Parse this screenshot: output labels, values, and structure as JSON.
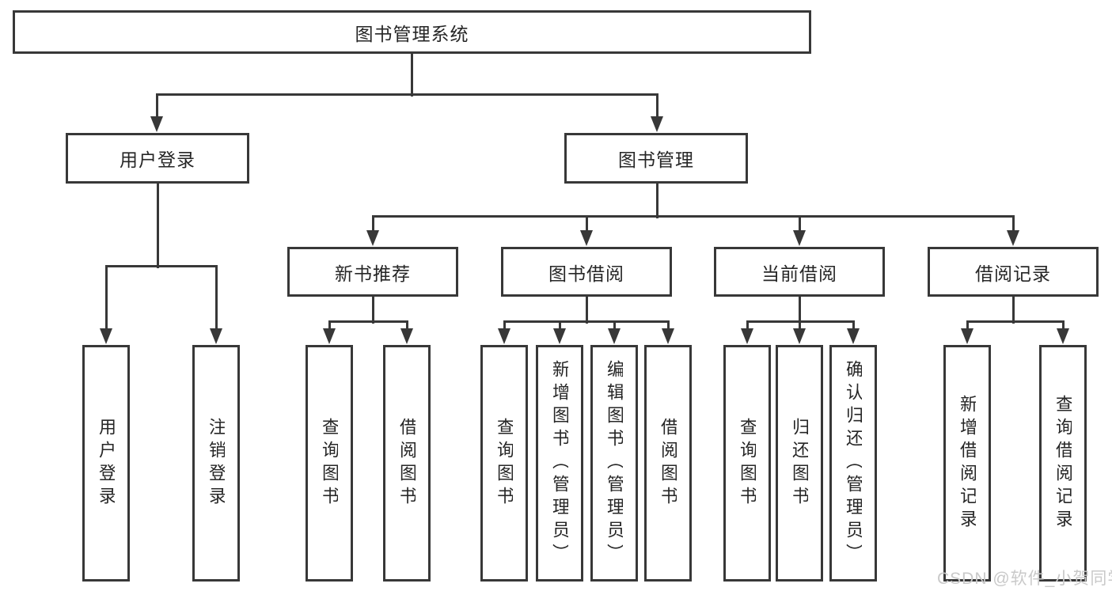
{
  "diagram": {
    "root": {
      "label": "图书管理系统"
    },
    "user_login": {
      "label": "用户登录",
      "children": [
        "用户登录",
        "注销登录"
      ]
    },
    "book_management": {
      "label": "图书管理",
      "sections": {
        "new_book": {
          "label": "新书推荐",
          "children": [
            "查询图书",
            "借阅图书"
          ]
        },
        "borrow": {
          "label": "图书借阅",
          "children": [
            "查询图书",
            "新增图书（管理员）",
            "编辑图书（管理员）",
            "借阅图书"
          ]
        },
        "current": {
          "label": "当前借阅",
          "children": [
            "查询图书",
            "归还图书",
            "确认归还（管理员）"
          ]
        },
        "records": {
          "label": "借阅记录",
          "children": [
            "新增借阅记录",
            "查询借阅记录"
          ]
        }
      }
    }
  },
  "watermark": {
    "text": "CSDN @软件_小贺同学"
  },
  "colors": {
    "line": "#383838",
    "text": "#262626",
    "watermark": "#c9c9c9",
    "background": "#ffffff"
  }
}
